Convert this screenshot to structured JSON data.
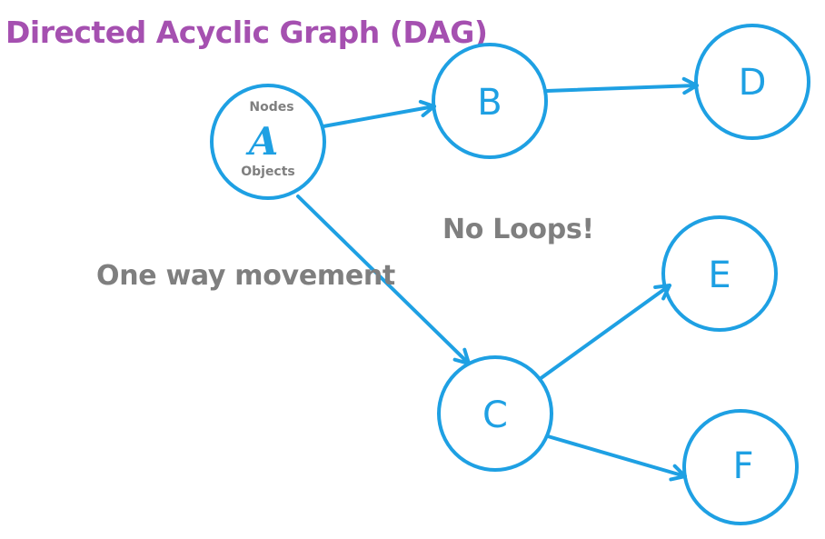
{
  "title": "Directed Acyclic Graph (DAG)",
  "annotations": {
    "no_loops": "No Loops!",
    "one_way": "One way movement"
  },
  "nodes": {
    "A": {
      "label": "A",
      "top_note": "Nodes",
      "bottom_note": "Objects"
    },
    "B": {
      "label": "B"
    },
    "C": {
      "label": "C"
    },
    "D": {
      "label": "D"
    },
    "E": {
      "label": "E"
    },
    "F": {
      "label": "F"
    }
  },
  "edges": [
    {
      "from": "A",
      "to": "B"
    },
    {
      "from": "B",
      "to": "D"
    },
    {
      "from": "A",
      "to": "C"
    },
    {
      "from": "C",
      "to": "E"
    },
    {
      "from": "C",
      "to": "F"
    }
  ],
  "colors": {
    "node_stroke": "#1ea0e3",
    "edge": "#1ea0e3",
    "node_label": "#1ea0e3",
    "title": "#a550b0",
    "annotation": "#7f7f7f"
  }
}
